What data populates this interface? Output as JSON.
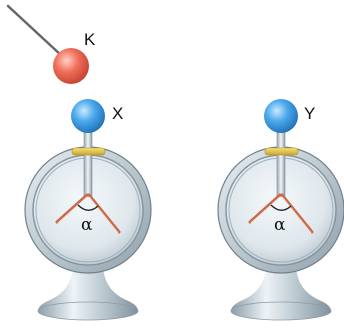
{
  "labels": {
    "rod_ball": "K",
    "left_electroscope": "X",
    "right_electroscope": "Y"
  },
  "angle_symbol": "α",
  "colors": {
    "rod_ball": "#f0705c",
    "electroscope_ball": "#3d9be4",
    "leaf": "#c96a4c",
    "collar": "#e4c84a",
    "case": "#b8c5cd",
    "base": "#a9b9c3"
  }
}
